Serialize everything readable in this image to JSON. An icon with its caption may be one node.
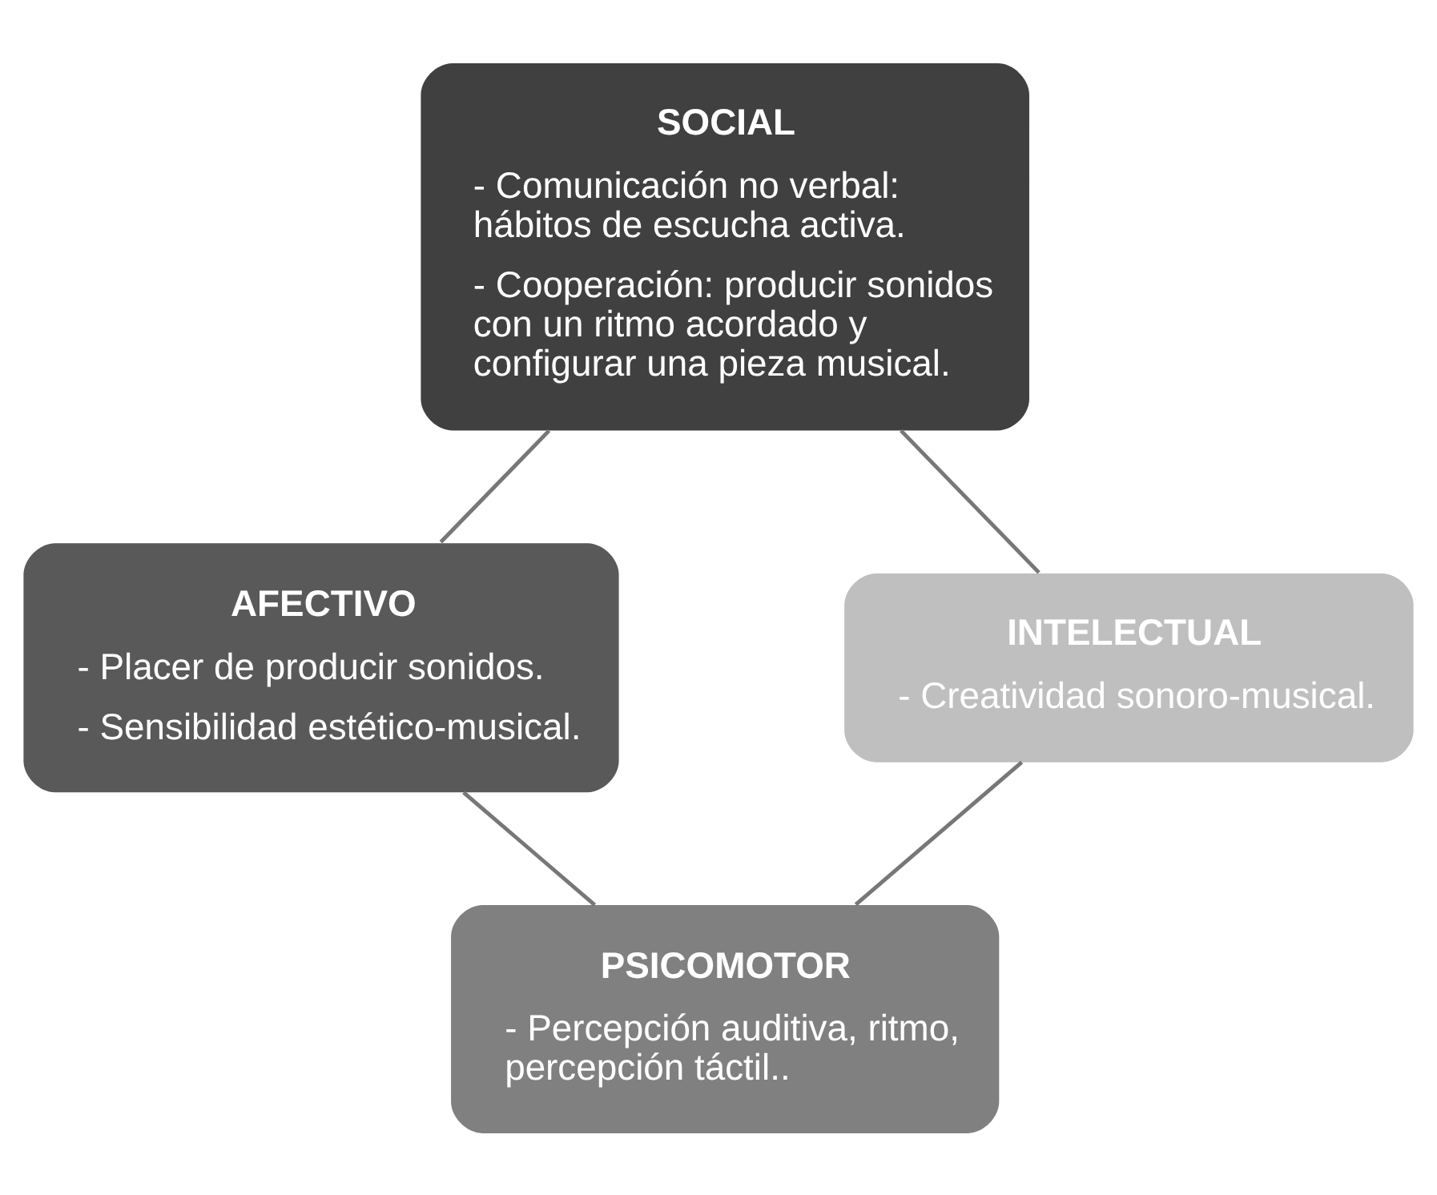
{
  "diagram": {
    "nodes": [
      {
        "text": [
          "SOCIAL",
          "- Comunicación no verbal: hábitos de escucha activa.",
          "- Cooperación: producir sonidos con un ritmo acordado y configurar una pieza musical."
        ]
      },
      {
        "text": [
          "AFECTIVO",
          "- Placer de producir sonidos.",
          "- Sensibilidad estético-musical."
        ]
      },
      {
        "text": [
          "PSICOMOTOR",
          "- Percepción auditiva, ritmo, percepción táctil.."
        ]
      },
      {
        "text": [
          "INTELECTUAL",
          "- Creatividad sonoro-musical."
        ]
      }
    ],
    "edges": [
      {
        "from": 0,
        "to": 1,
        "arrow": "none"
      },
      {
        "from": 1,
        "to": 2,
        "arrow": "none"
      },
      {
        "from": 2,
        "to": 3,
        "arrow": "none"
      },
      {
        "from": 3,
        "to": 0,
        "arrow": "none"
      }
    ]
  }
}
